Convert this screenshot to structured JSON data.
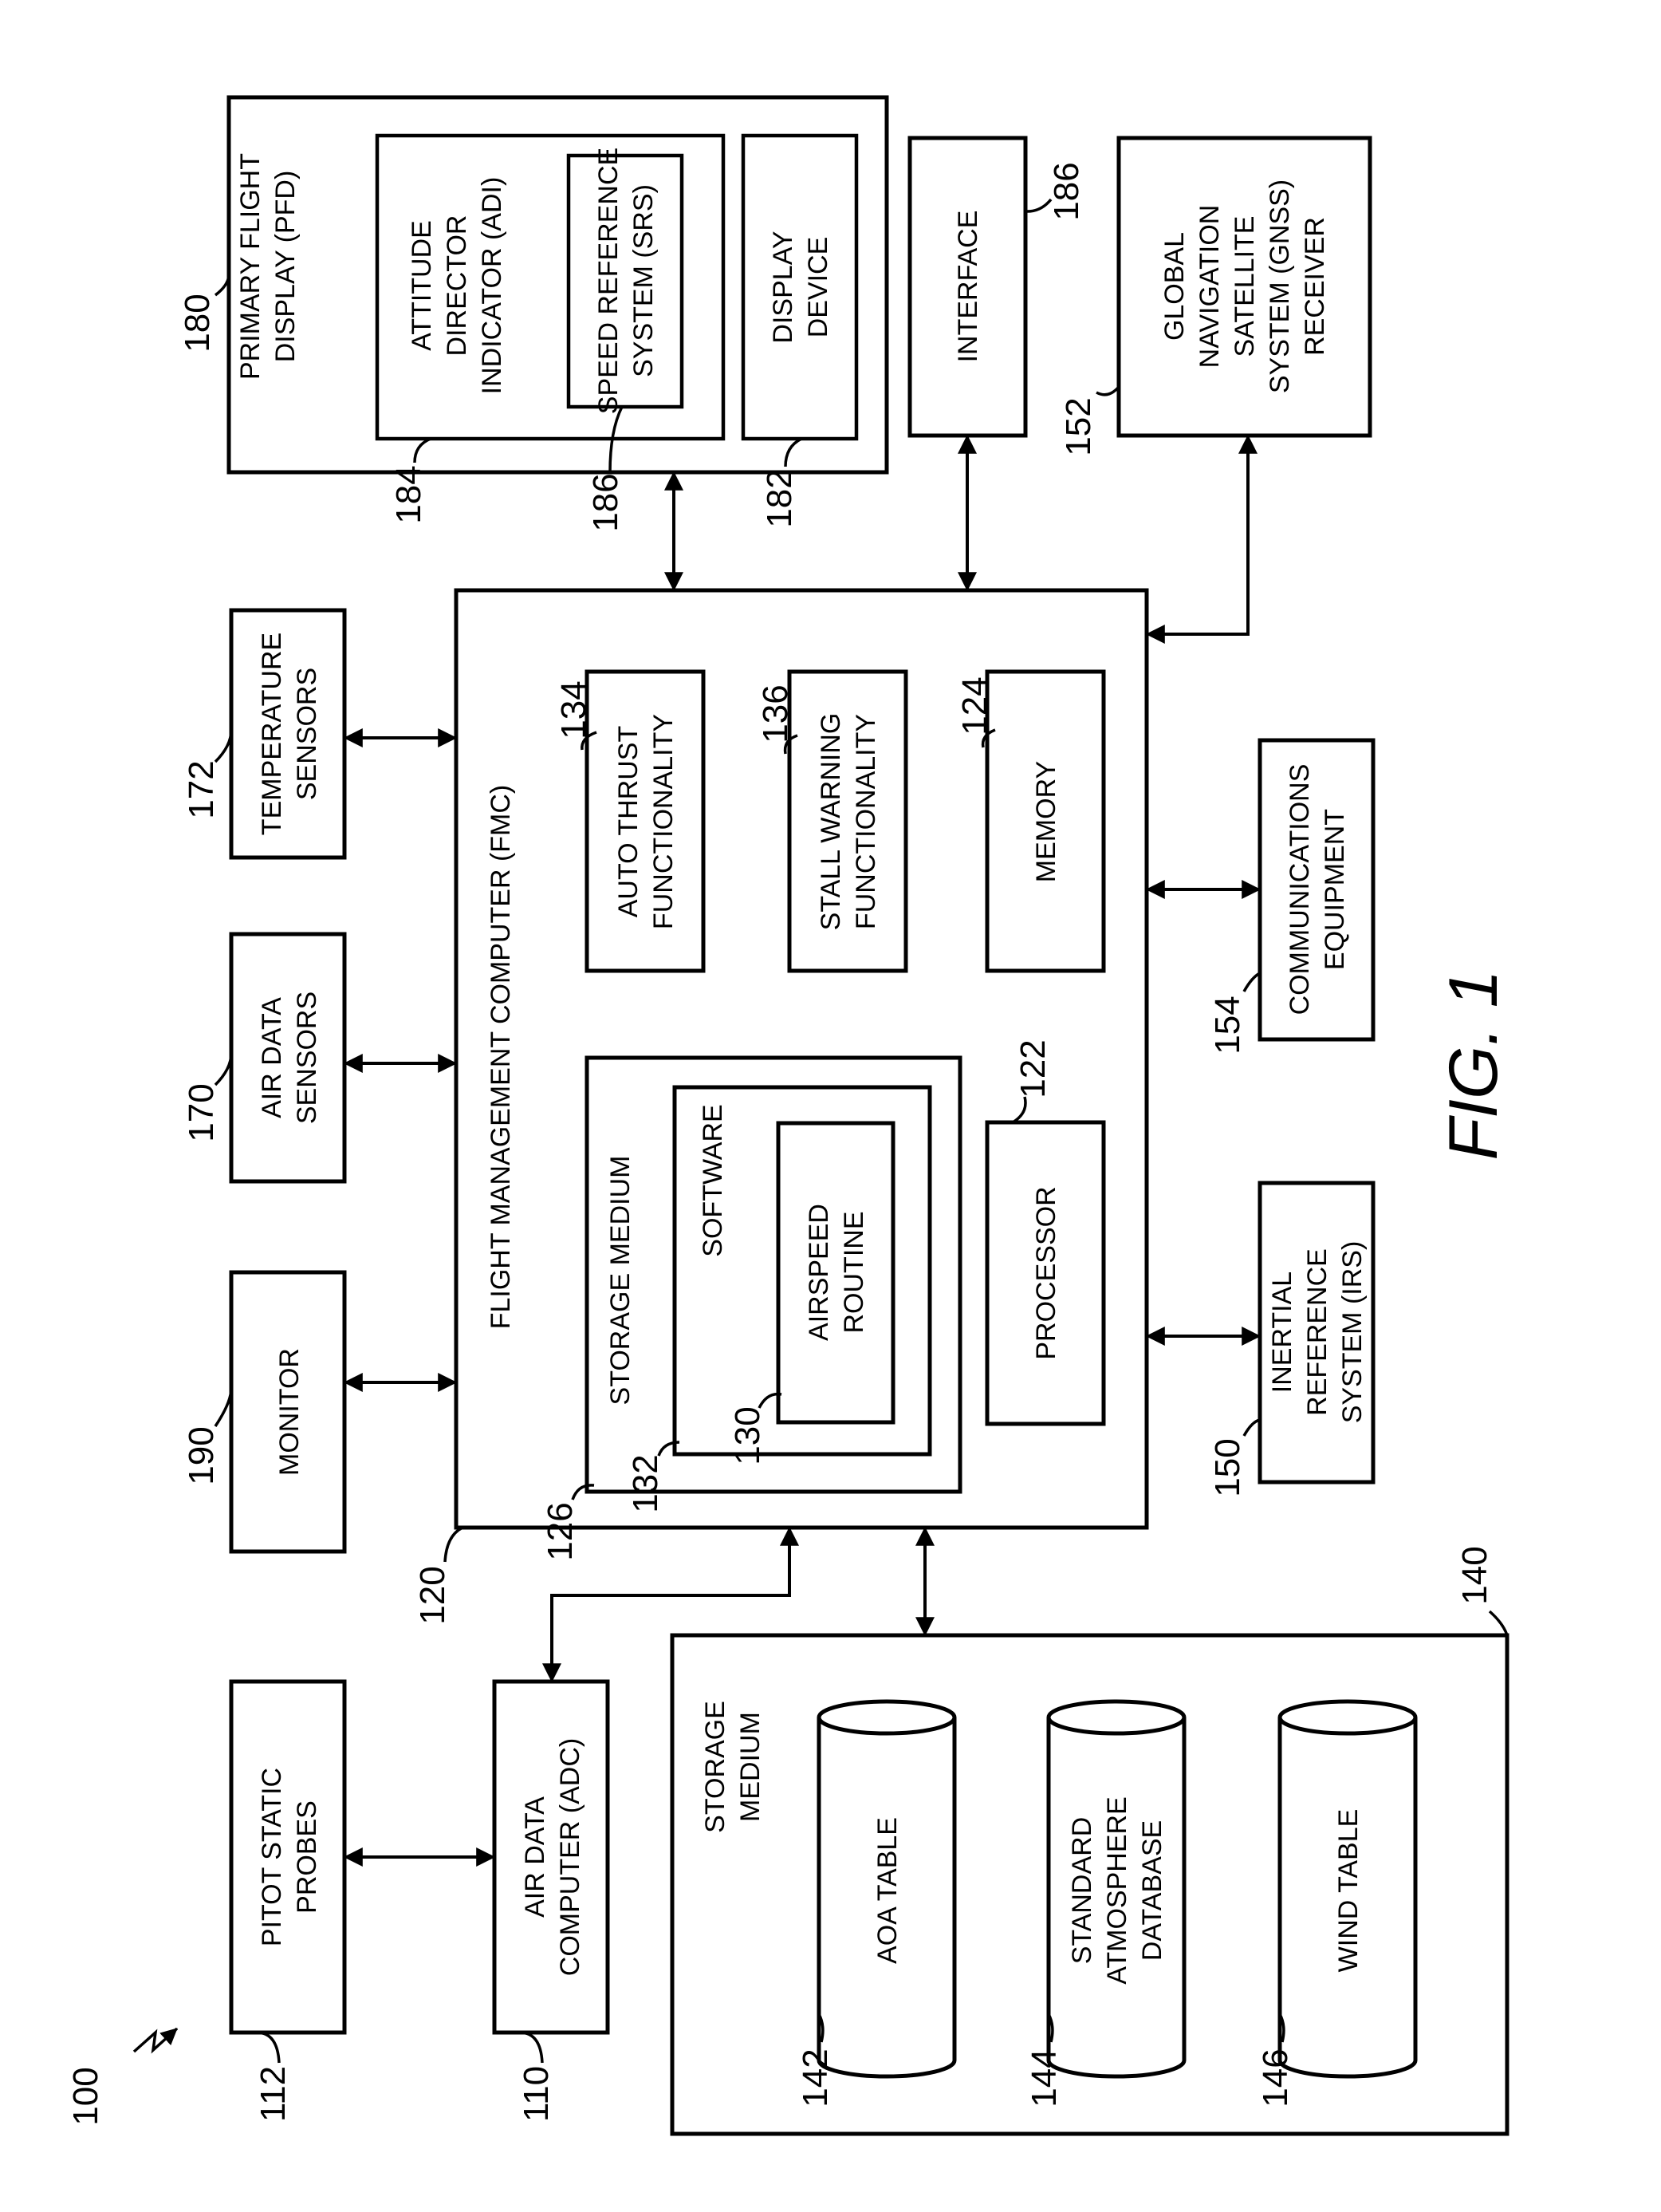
{
  "figure_label": "FIG. 1",
  "system_ref": "100",
  "blocks": {
    "pitot_static_probes": {
      "lines": [
        "PITOT STATIC",
        "PROBES"
      ],
      "ref": "112"
    },
    "air_data_computer": {
      "lines": [
        "AIR DATA",
        "COMPUTER (ADC)"
      ],
      "ref": "110"
    },
    "monitor": {
      "lines": [
        "MONITOR"
      ],
      "ref": "190"
    },
    "air_data_sensors": {
      "lines": [
        "AIR DATA",
        "SENSORS"
      ],
      "ref": "170"
    },
    "temperature_sensors": {
      "lines": [
        "TEMPERATURE",
        "SENSORS"
      ],
      "ref": "172"
    },
    "fmc": {
      "lines": [
        "FLIGHT MANAGEMENT COMPUTER (FMC)"
      ],
      "ref": "120"
    },
    "fmc_storage": {
      "lines": [
        "STORAGE MEDIUM"
      ],
      "ref": "126"
    },
    "software": {
      "lines": [
        "SOFTWARE"
      ],
      "ref": "132"
    },
    "airspeed_routine": {
      "lines": [
        "AIRSPEED",
        "ROUTINE"
      ],
      "ref": "130"
    },
    "processor": {
      "lines": [
        "PROCESSOR"
      ],
      "ref": "122"
    },
    "auto_thrust": {
      "lines": [
        "AUTO THRUST",
        "FUNCTIONALITY"
      ],
      "ref": "134"
    },
    "stall_warning": {
      "lines": [
        "STALL WARNING",
        "FUNCTIONALITY"
      ],
      "ref": "136"
    },
    "memory": {
      "lines": [
        "MEMORY"
      ],
      "ref": "124"
    },
    "pfd": {
      "lines": [
        "PRIMARY FLIGHT",
        "DISPLAY (PFD)"
      ],
      "ref": "180"
    },
    "adi": {
      "lines": [
        "ATTITUDE",
        "DIRECTOR",
        "INDICATOR (ADI)"
      ],
      "ref": "184"
    },
    "srs": {
      "lines": [
        "SPEED REFERENCE",
        "SYSTEM (SRS)"
      ],
      "ref": "186"
    },
    "display_device": {
      "lines": [
        "DISPLAY",
        "DEVICE"
      ],
      "ref": "182"
    },
    "interface": {
      "lines": [
        "INTERFACE"
      ],
      "ref": "186"
    },
    "gnss": {
      "lines": [
        "GLOBAL",
        "NAVIGATION",
        "SATELLITE",
        "SYSTEM (GNSS)",
        "RECEIVER"
      ],
      "ref": "152"
    },
    "communications": {
      "lines": [
        "COMMUNICATIONS",
        "EQUIPMENT"
      ],
      "ref": "154"
    },
    "irs": {
      "lines": [
        "INERTIAL",
        "REFERENCE",
        "SYSTEM (IRS)"
      ],
      "ref": "150"
    },
    "storage_140": {
      "lines": [
        "STORAGE",
        "MEDIUM"
      ],
      "ref": "140"
    },
    "aoa_table": {
      "lines": [
        "AOA TABLE"
      ],
      "ref": "142"
    },
    "standard_atmosphere": {
      "lines": [
        "STANDARD",
        "ATMOSPHERE",
        "DATABASE"
      ],
      "ref": "144"
    },
    "wind_table": {
      "lines": [
        "WIND TABLE"
      ],
      "ref": "146"
    }
  }
}
